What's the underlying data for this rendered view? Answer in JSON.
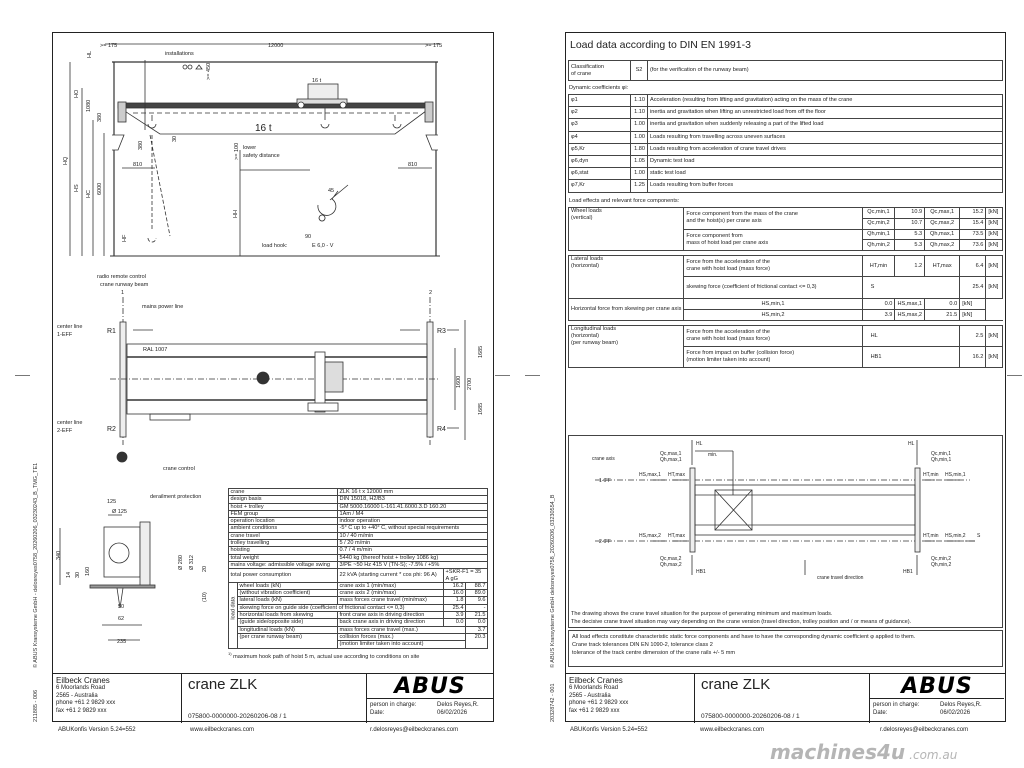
{
  "left_sheet": {
    "elevation": {
      "dim_left": ">= 175",
      "span": "12000",
      "dim_right": ">= 175",
      "installations": "installations",
      "capacity_trolley": "16 t",
      "capacity_girder": "16 t",
      "clearance_top": ">= 450",
      "clearance_bottom": ">= 100",
      "lower_safety_1": "lower",
      "lower_safety_2": "safety distance",
      "end_left": "810",
      "end_right": "810",
      "dims": [
        "HL",
        "HO",
        "1080",
        "380",
        "HQ",
        "HS",
        "HC",
        "6000",
        "HF",
        "HH",
        "380",
        "30"
      ],
      "hook_label": "load hook:",
      "hook_type": "E 6,0 - V",
      "hook_dim": "90",
      "hook_angle": "45",
      "radio_1": "radio remote control",
      "radio_2": "crane runway beam",
      "axis_1": "1",
      "axis_2": "2"
    },
    "plan": {
      "mains": "mains power line",
      "cl1_a": "center line",
      "cl1_b": "1-EFF",
      "cl2_a": "center line",
      "cl2_b": "2-EFF",
      "r1": "R1",
      "r2": "R2",
      "r3": "R3",
      "r4": "R4",
      "ral": "RAL 1007",
      "crane_control": "crane control",
      "dim_1685a": "1685",
      "dim_2700": "2700",
      "dim_1600": "1600",
      "dim_1685b": "1685"
    },
    "wheel_detail": {
      "derailment": "derailment protection",
      "d125": "125",
      "dia125": "Ø 125",
      "dia280": "Ø 280",
      "dia312": "Ø 312",
      "d340": "340",
      "d160": "160",
      "d14": "14",
      "d30": "30",
      "d20": "20",
      "d10": "(10)",
      "d50": "50",
      "d62": "62",
      "d235": "235"
    },
    "spec": {
      "rows": [
        [
          "crane",
          "ZLK 16 t x 12000 mm"
        ],
        [
          "design basis",
          "DIN 15018, H2/B3"
        ],
        [
          "hoist + trolley",
          "GM 5000.16000 L-161.41.6000.3.D 160.20"
        ],
        [
          "FEM group",
          "1Am / M4"
        ],
        [
          "operation location",
          "indoor operation"
        ],
        [
          "ambient conditions",
          "-5° C up to +40° C, without special requirements"
        ],
        [
          "crane travel",
          "10 / 40 m/min"
        ],
        [
          "trolley travelling",
          "5 / 20 m/min"
        ],
        [
          "hoisting",
          "0.7 / 4 m/min"
        ],
        [
          "total weight",
          "5440 kg (thereof hoist + trolley 1086 kg)"
        ],
        [
          "mains voltage: admissible voltage swing",
          "3/PE ~50 Hz 415 V (TN-S); -7.5% / +5%"
        ]
      ],
      "power_label": "total power consumption",
      "power_value": "22 kVA (starting current * cos phi: 96 A)",
      "power_fuse": "+SKR-F1 = 35 A gG",
      "load_data": "load data",
      "wheel_label": "wheel loads (kN)",
      "wheel_note": "(without vibration coefficient)",
      "axis1": "crane axis 1 (min/max)",
      "axis1_min": "16.2",
      "axis1_max": "88.7",
      "axis2": "crane axis 2 (min/max)",
      "axis2_min": "16.0",
      "axis2_max": "89.0",
      "lateral_label": "lateral loads (kN)",
      "lateral_desc": "mass forces crane travel (min/max)",
      "lateral_min": "1.8",
      "lateral_max": "9.6",
      "skew_label": "skewing force on guide side (coefficient of frictional contact <= 0,3)",
      "skew_val": "25.4",
      "skew_val2": "-",
      "hskew_label": "horizontal loads from skewing",
      "hskew_note": "(guide side/opposite side)",
      "front": "front crane axis in driving direction",
      "front_a": "3.9",
      "front_b": "21.5",
      "back": "back crane axis in driving direction",
      "back_a": "0.0",
      "back_b": "0.0",
      "long_label": "longitudinal loads (kN)",
      "long_note": "(per crane runway beam)",
      "long_mass": "mass forces crane travel (max.)",
      "long_mass_val": "3.7",
      "collision": "collision forces (max.)",
      "collision_note": "(motion limiter taken into account)",
      "collision_val": "20.3",
      "footnote_mark": "1)",
      "footnote": "maximum hook path of hoist 5 m, actual use according to conditions on site"
    },
    "side_text": "© ABUS Kransysteme GmbH - delosreyes0758_20260206_03230243_B_TMG_TE1",
    "doc_number": "211885 - 006"
  },
  "right_sheet": {
    "title": "Load data according to DIN EN 1991-3",
    "classification": {
      "label_1": "Classification",
      "label_2": "of crane",
      "value": "S2",
      "note": "(for the verification of the runway beam)"
    },
    "dynamic_title": "Dynamic coefficients φi:",
    "dynamic": [
      [
        "φ1",
        "1.10",
        "Acceleration (resulting from lifting and gravitation) acting on the mass of the crane"
      ],
      [
        "φ2",
        "1.10",
        "inertia and gravitation when lifting an unrestricted load from off the floor"
      ],
      [
        "φ3",
        "1.00",
        "inertia and gravitation when suddenly releasing a part of the lifted load"
      ],
      [
        "φ4",
        "1.00",
        "Loads resulting from travelling across uneven surfaces"
      ],
      [
        "φ5,Kr",
        "1.80",
        "Loads resulting from acceleration of crane travel drives"
      ],
      [
        "φ6,dyn",
        "1.05",
        "Dynamic test load"
      ],
      [
        "φ6,stat",
        "1.00",
        "static test load"
      ],
      [
        "φ7,Kr",
        "1.25",
        "Loads resulting from buffer forces"
      ]
    ],
    "load_title": "Load effects and relevant force components:",
    "unit": "[kN]",
    "wheel": {
      "cat_1": "Wheel loads",
      "cat_2": "(vertical)",
      "d1_a": "Force component from the mass of the crane",
      "d1_b": "and the hoist(s) per crane axis",
      "d2_a": "Force component from",
      "d2_b": "mass of hoist load per crane axis",
      "rows": [
        [
          "Qc,min,1",
          "10.9",
          "Qc,max,1",
          "15.2"
        ],
        [
          "Qc,min,2",
          "10.7",
          "Qc,max,2",
          "15.4"
        ],
        [
          "Qh,min,1",
          "5.3",
          "Qh,max,1",
          "73.5"
        ],
        [
          "Qh,min,2",
          "5.3",
          "Qh,max,2",
          "73.6"
        ]
      ]
    },
    "lateral": {
      "cat_1": "Lateral loads",
      "cat_2": "(horizontal)",
      "d1_a": "Force from the acceleration of the",
      "d1_b": "crane with hoist load (mass force)",
      "ht_min_sym": "HT,min",
      "ht_min": "1.2",
      "ht_max_sym": "HT,max",
      "ht_max": "6.4",
      "skew_desc": "skewing force (coefficient of frictional contact <= 0,3)",
      "s_sym": "S",
      "s_val": "25.4",
      "hs_desc": "Horizontal force from skewing per crane axis",
      "hs_rows": [
        [
          "HS,min,1",
          "0.0",
          "HS,max,1",
          "0.0"
        ],
        [
          "HS,min,2",
          "3.9",
          "HS,max,2",
          "21.5"
        ]
      ]
    },
    "longitudinal": {
      "cat_1": "Longitudinal loads",
      "cat_2": "(horizontal)",
      "cat_3": "(per runway beam)",
      "d1_a": "Force from the acceleration of the",
      "d1_b": "crane with hoist load (mass force)",
      "hl_sym": "HL",
      "hl_val": "2.5",
      "d2_a": "Force from impact on buffer (collision force)",
      "d2_b": "(motion limiter taken into account)",
      "hb_sym": "HB1",
      "hb_val": "16.2"
    },
    "diagram": {
      "crane_axis": "crane axis",
      "axis1": "1-IFF",
      "axis2": "2-IFF",
      "min": "min.",
      "hl_left": "HL",
      "hl_right": "HL",
      "hb_left": "HB1",
      "hb_right": "HB1",
      "s": "S",
      "q_tl_1": "Qc,max,1",
      "q_tl_2": "Qh,max,1",
      "q_tr_1": "Qc,min,1",
      "q_tr_2": "Qh,min,1",
      "q_bl_1": "Qc,max,2",
      "q_bl_2": "Qh,max,2",
      "q_br_1": "Qc,min,2",
      "q_br_2": "Qh,min,2",
      "hs_max1": "HS,max,1",
      "ht_max1": "HT,max",
      "ht_min1": "HT,min",
      "hs_min1": "HS,min,1",
      "hs_max2": "HS,max,2",
      "ht_max2": "HT,max",
      "ht_min2": "HT,min",
      "hs_min2": "HS,min,2",
      "travel": "crane travel direction",
      "note_1": "The drawing shows the crane travel situation for the purpose of generating minimum and maximum loads.",
      "note_2": "The decisive crane travel situation may vary depending on the crane version (travel direction, trolley position and / or means of guidance)."
    },
    "notes": [
      "All load effects constitute characteristic static force components and have to have the corresponding dynamic coefficient φ applied to them.",
      "Crane track tolerances DIN EN 1090-2, tolerance class 2",
      "tolerance of the track centre dimension of the crane rails +/- 5 mm"
    ],
    "side_text": "© ABUS Kransysteme GmbH     delosreyes0758_20260206_03230554_B",
    "doc_number": "20328742 - 001"
  },
  "title_block": {
    "company": "Eilbeck Cranes",
    "address_1": "6 Moorlands Road",
    "address_2": "2565 - Australia",
    "phone": "phone +61 2 9829 xxx",
    "fax": "fax +61 2 9829 xxx",
    "product": "crane ZLK",
    "drawing_no": "075800-0000000-20260206-08 / 1",
    "logo": "ABUS",
    "person_label": "person in charge:",
    "person": "Delos Reyes,R.",
    "date_label": "Date:",
    "date": "06/02/2026",
    "version": "ABUKonfis Version 5.24=552",
    "website": "www.eilbeckcranes.com",
    "email": "r.delosreyes@eilbeckcranes.com"
  },
  "watermark": {
    "brand": "machines4u",
    "domain": ".com.au"
  }
}
